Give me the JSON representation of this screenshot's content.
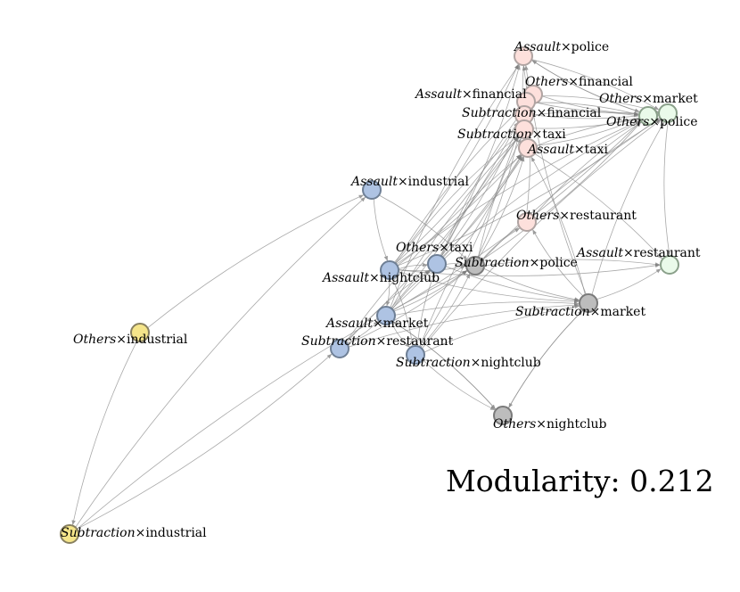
{
  "modularity": {
    "label": "Modularity:",
    "value": "0.212"
  },
  "groups": {
    "financial_taxi": {
      "fill": "#fde0dc",
      "stroke": "#b0a4a2"
    },
    "market_police": {
      "fill": "#eafaea",
      "stroke": "#8aa08a"
    },
    "nightclub_cluster": {
      "fill": "#aec3e3",
      "stroke": "#6e7f95"
    },
    "gray_cluster": {
      "fill": "#bdbdbd",
      "stroke": "#7a7a7a"
    },
    "industrial": {
      "fill": "#f5e58a",
      "stroke": "#888060"
    }
  },
  "nodes": [
    {
      "id": "assault-police",
      "italic": "Assault",
      "rest": "×police",
      "group": "financial_taxi"
    },
    {
      "id": "others-financial",
      "italic": "Others",
      "rest": "×financial",
      "group": "financial_taxi"
    },
    {
      "id": "assault-financial",
      "italic": "Assault",
      "rest": "×financial",
      "group": "financial_taxi"
    },
    {
      "id": "subtraction-financial",
      "italic": "Subtraction",
      "rest": "×financial",
      "group": "financial_taxi"
    },
    {
      "id": "subtraction-taxi",
      "italic": "Subtraction",
      "rest": "×taxi",
      "group": "financial_taxi"
    },
    {
      "id": "assault-taxi",
      "italic": "Assault",
      "rest": "×taxi",
      "group": "financial_taxi"
    },
    {
      "id": "others-restaurant",
      "italic": "Others",
      "rest": "×restaurant",
      "group": "financial_taxi"
    },
    {
      "id": "others-market",
      "italic": "Others",
      "rest": "×market",
      "group": "market_police"
    },
    {
      "id": "others-police",
      "italic": "Others",
      "rest": "×police",
      "group": "market_police"
    },
    {
      "id": "assault-restaurant",
      "italic": "Assault",
      "rest": "×restaurant",
      "group": "market_police"
    },
    {
      "id": "assault-industrial",
      "italic": "Assault",
      "rest": "×industrial",
      "group": "nightclub_cluster"
    },
    {
      "id": "others-taxi",
      "italic": "Others",
      "rest": "×taxi",
      "group": "nightclub_cluster"
    },
    {
      "id": "assault-nightclub",
      "italic": "Assault",
      "rest": "×nightclub",
      "group": "nightclub_cluster"
    },
    {
      "id": "assault-market",
      "italic": "Assault",
      "rest": "×market",
      "group": "nightclub_cluster"
    },
    {
      "id": "subtraction-restaurant",
      "italic": "Subtraction",
      "rest": "×restaurant",
      "group": "nightclub_cluster"
    },
    {
      "id": "subtraction-nightclub",
      "italic": "Subtraction",
      "rest": "×nightclub",
      "group": "nightclub_cluster"
    },
    {
      "id": "subtraction-police",
      "italic": "Subtraction",
      "rest": "×police",
      "group": "gray_cluster"
    },
    {
      "id": "subtraction-market",
      "italic": "Subtraction",
      "rest": "×market",
      "group": "gray_cluster"
    },
    {
      "id": "others-nightclub",
      "italic": "Others",
      "rest": "×nightclub",
      "group": "gray_cluster"
    },
    {
      "id": "others-industrial",
      "italic": "Others",
      "rest": "×industrial",
      "group": "industrial"
    },
    {
      "id": "subtraction-industrial",
      "italic": "Subtraction",
      "rest": "×industrial",
      "group": "industrial"
    }
  ],
  "edges": [
    [
      "others-industrial",
      "assault-industrial"
    ],
    [
      "others-industrial",
      "subtraction-industrial"
    ],
    [
      "subtraction-industrial",
      "assault-industrial"
    ],
    [
      "subtraction-industrial",
      "subtraction-restaurant"
    ],
    [
      "subtraction-industrial",
      "subtraction-police"
    ],
    [
      "assault-industrial",
      "assault-nightclub"
    ],
    [
      "assault-industrial",
      "subtraction-police"
    ],
    [
      "assault-nightclub",
      "assault-police"
    ],
    [
      "assault-nightclub",
      "assault-financial"
    ],
    [
      "assault-nightclub",
      "subtraction-financial"
    ],
    [
      "assault-nightclub",
      "subtraction-taxi"
    ],
    [
      "assault-nightclub",
      "assault-taxi"
    ],
    [
      "assault-nightclub",
      "others-market"
    ],
    [
      "assault-nightclub",
      "others-police"
    ],
    [
      "assault-nightclub",
      "others-taxi"
    ],
    [
      "assault-nightclub",
      "subtraction-police"
    ],
    [
      "assault-nightclub",
      "assault-market"
    ],
    [
      "assault-nightclub",
      "subtraction-market"
    ],
    [
      "assault-nightclub",
      "subtraction-nightclub"
    ],
    [
      "assault-nightclub",
      "assault-restaurant"
    ],
    [
      "assault-market",
      "assault-police"
    ],
    [
      "assault-market",
      "others-financial"
    ],
    [
      "assault-market",
      "subtraction-taxi"
    ],
    [
      "assault-market",
      "assault-taxi"
    ],
    [
      "assault-market",
      "others-taxi"
    ],
    [
      "assault-market",
      "subtraction-police"
    ],
    [
      "assault-market",
      "subtraction-market"
    ],
    [
      "assault-market",
      "subtraction-nightclub"
    ],
    [
      "assault-market",
      "others-nightclub"
    ],
    [
      "assault-market",
      "others-market"
    ],
    [
      "subtraction-restaurant",
      "others-taxi"
    ],
    [
      "subtraction-restaurant",
      "subtraction-taxi"
    ],
    [
      "subtraction-restaurant",
      "assault-taxi"
    ],
    [
      "subtraction-restaurant",
      "subtraction-police"
    ],
    [
      "subtraction-restaurant",
      "subtraction-market"
    ],
    [
      "subtraction-restaurant",
      "assault-market"
    ],
    [
      "subtraction-nightclub",
      "assault-taxi"
    ],
    [
      "subtraction-nightclub",
      "subtraction-financial"
    ],
    [
      "subtraction-nightclub",
      "others-taxi"
    ],
    [
      "subtraction-nightclub",
      "subtraction-police"
    ],
    [
      "subtraction-nightclub",
      "subtraction-market"
    ],
    [
      "subtraction-nightclub",
      "others-nightclub"
    ],
    [
      "subtraction-nightclub",
      "others-police"
    ],
    [
      "others-taxi",
      "assault-police"
    ],
    [
      "others-taxi",
      "others-financial"
    ],
    [
      "others-taxi",
      "subtraction-financial"
    ],
    [
      "others-taxi",
      "subtraction-taxi"
    ],
    [
      "others-taxi",
      "assault-taxi"
    ],
    [
      "others-taxi",
      "subtraction-police"
    ],
    [
      "others-taxi",
      "subtraction-market"
    ],
    [
      "others-taxi",
      "others-market"
    ],
    [
      "subtraction-police",
      "assault-taxi"
    ],
    [
      "subtraction-police",
      "subtraction-taxi"
    ],
    [
      "subtraction-police",
      "assault-financial"
    ],
    [
      "subtraction-police",
      "others-police"
    ],
    [
      "subtraction-police",
      "others-market"
    ],
    [
      "subtraction-police",
      "assault-restaurant"
    ],
    [
      "subtraction-police",
      "subtraction-market"
    ],
    [
      "subtraction-police",
      "others-restaurant"
    ],
    [
      "subtraction-market",
      "others-nightclub"
    ],
    [
      "subtraction-market",
      "others-police"
    ],
    [
      "subtraction-market",
      "assault-taxi"
    ],
    [
      "subtraction-market",
      "others-restaurant"
    ],
    [
      "subtraction-market",
      "assault-restaurant"
    ],
    [
      "subtraction-market",
      "assault-police"
    ],
    [
      "others-nightclub",
      "assault-market"
    ],
    [
      "others-nightclub",
      "subtraction-market"
    ],
    [
      "assault-police",
      "others-market"
    ],
    [
      "assault-police",
      "others-police"
    ],
    [
      "others-financial",
      "others-market"
    ],
    [
      "others-financial",
      "others-police"
    ],
    [
      "assault-financial",
      "others-police"
    ],
    [
      "assault-financial",
      "others-market"
    ],
    [
      "subtraction-financial",
      "others-police"
    ],
    [
      "subtraction-financial",
      "others-market"
    ],
    [
      "subtraction-taxi",
      "others-police"
    ],
    [
      "assault-taxi",
      "others-police"
    ],
    [
      "assault-taxi",
      "others-market"
    ],
    [
      "assault-taxi",
      "assault-restaurant"
    ],
    [
      "others-police",
      "assault-restaurant"
    ],
    [
      "others-market",
      "assault-police"
    ],
    [
      "assault-police",
      "assault-taxi"
    ],
    [
      "others-restaurant",
      "others-market"
    ],
    [
      "others-restaurant",
      "assault-police"
    ]
  ]
}
